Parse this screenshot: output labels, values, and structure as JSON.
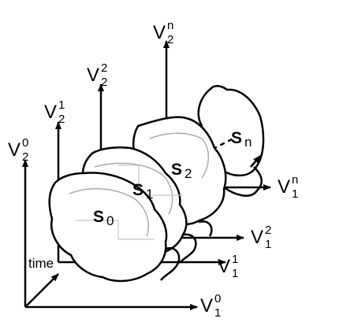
{
  "labels": {
    "time": "time",
    "axis_symbol": "V",
    "state_symbol": "S",
    "vertical_axes": [
      {
        "sup": "0",
        "sub": "2"
      },
      {
        "sup": "1",
        "sub": "2"
      },
      {
        "sup": "2",
        "sub": "2"
      },
      {
        "sup": "n",
        "sub": "2"
      }
    ],
    "horizontal_axes": [
      {
        "sup": "0",
        "sub": "1"
      },
      {
        "sup": "1",
        "sub": "1"
      },
      {
        "sup": "2",
        "sub": "1"
      },
      {
        "sup": "n",
        "sub": "1"
      }
    ],
    "states": [
      {
        "idx": "0"
      },
      {
        "idx": "1"
      },
      {
        "idx": "2"
      },
      {
        "idx": "n"
      }
    ]
  }
}
